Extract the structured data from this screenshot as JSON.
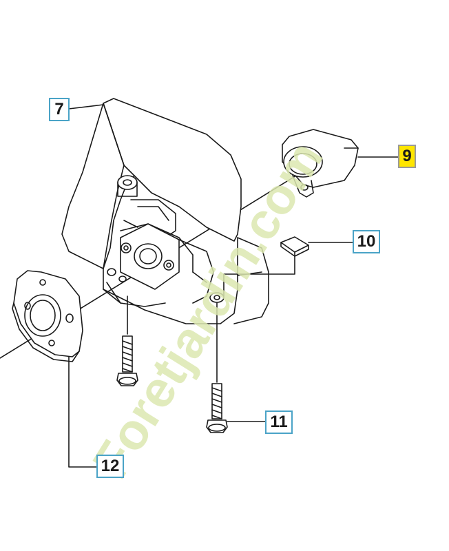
{
  "callouts": {
    "c7": "7",
    "c9": "9",
    "c10": "10",
    "c11": "11",
    "c12": "12"
  },
  "watermark": {
    "text": "Foretjardin.com",
    "color": "#dce8b0"
  },
  "colors": {
    "line": "#1a1a1a",
    "callout_border": "#4aa3c7",
    "highlight": "#ffe600"
  }
}
